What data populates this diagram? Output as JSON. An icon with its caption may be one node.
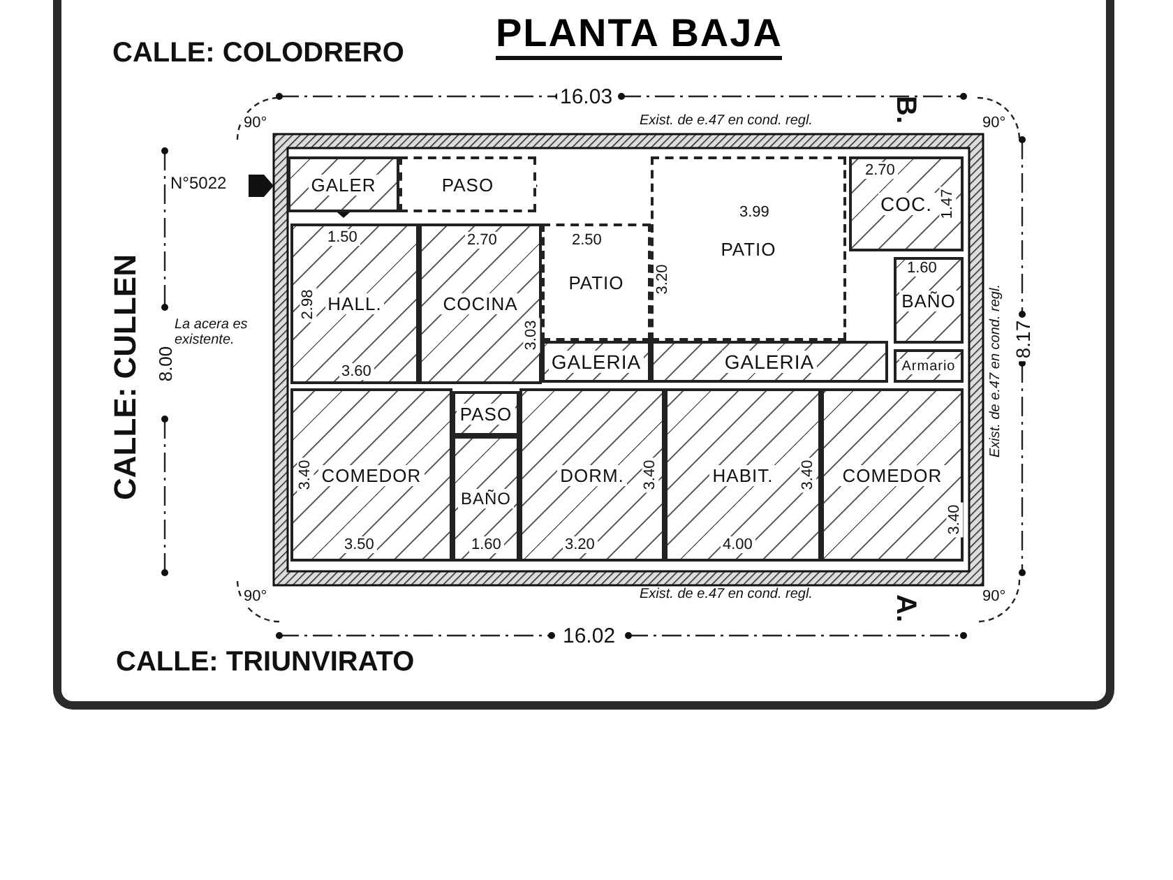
{
  "diagram": {
    "title": "PLANTA BAJA",
    "nodes": [
      {
        "text": [
          "GALER"
        ]
      },
      {
        "text": [
          "PASO"
        ]
      },
      {
        "text": [
          "HALL."
        ]
      },
      {
        "text": [
          "COCINA"
        ]
      },
      {
        "text": [
          "PATIO"
        ]
      },
      {
        "text": [
          "PATIO"
        ]
      },
      {
        "text": [
          "COC."
        ]
      },
      {
        "text": [
          "BAÑO"
        ]
      },
      {
        "text": [
          "GALERIA"
        ]
      },
      {
        "text": [
          "GALERIA"
        ]
      },
      {
        "text": [
          "Armario"
        ]
      },
      {
        "text": [
          "PASO"
        ]
      },
      {
        "text": [
          "COMEDOR"
        ]
      },
      {
        "text": [
          "BAÑO"
        ]
      },
      {
        "text": [
          "DORM."
        ]
      },
      {
        "text": [
          "HABIT."
        ]
      },
      {
        "text": [
          "COMEDOR"
        ]
      }
    ],
    "labels": [
      "CALLE: COLODRERO",
      "16.03",
      "Exist. de e.47 en cond. regl.",
      "B.",
      "90°",
      "90°",
      "N°5022",
      "1.50",
      "2.70",
      "2.50",
      "3.20",
      "3.99",
      "2.70",
      "1.47",
      "1.60",
      "La acera es existente.",
      "2.98",
      "3.03",
      "8.00",
      "CALLE: CULLEN",
      "3.60",
      "3.40",
      "3.40",
      "3.40",
      "3.40",
      "3.50",
      "1.60",
      "3.20",
      "4.00",
      "8.17",
      "Exist. de e.47 en cond. regl.",
      "Exist. de e.47 en cond. regl.",
      "A.",
      "90°",
      "90°",
      "16.02",
      "CALLE: TRIUNVIRATO"
    ]
  }
}
